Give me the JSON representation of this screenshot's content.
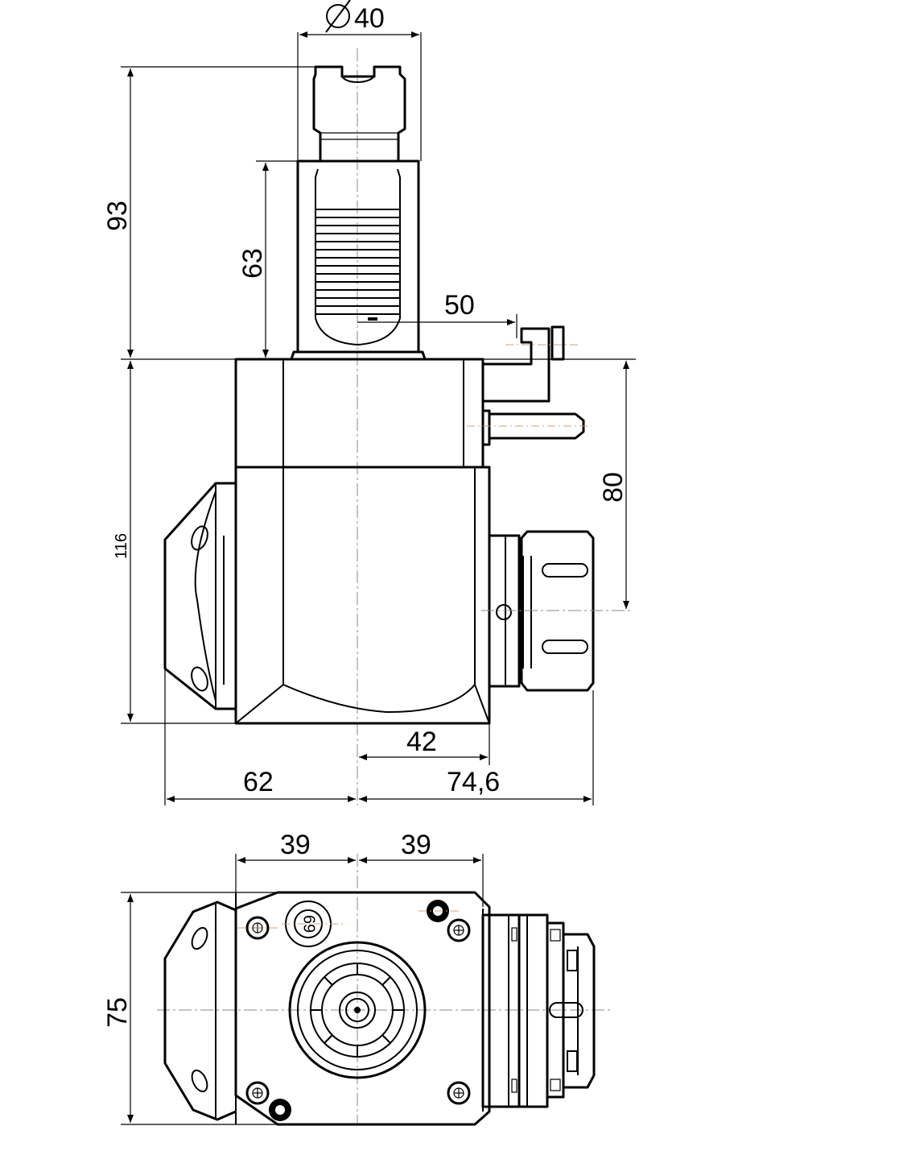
{
  "dimensions": {
    "dia40": "40",
    "d93": "93",
    "d63": "63",
    "d50": "50",
    "d116": "116",
    "d80": "80",
    "d42": "42",
    "d62": "62",
    "d74_6": "74,6",
    "d39_left": "39",
    "d39_right": "39",
    "d75": "75",
    "coolant_mark": "69"
  },
  "symbols": {
    "diameter": "diameter-symbol"
  }
}
